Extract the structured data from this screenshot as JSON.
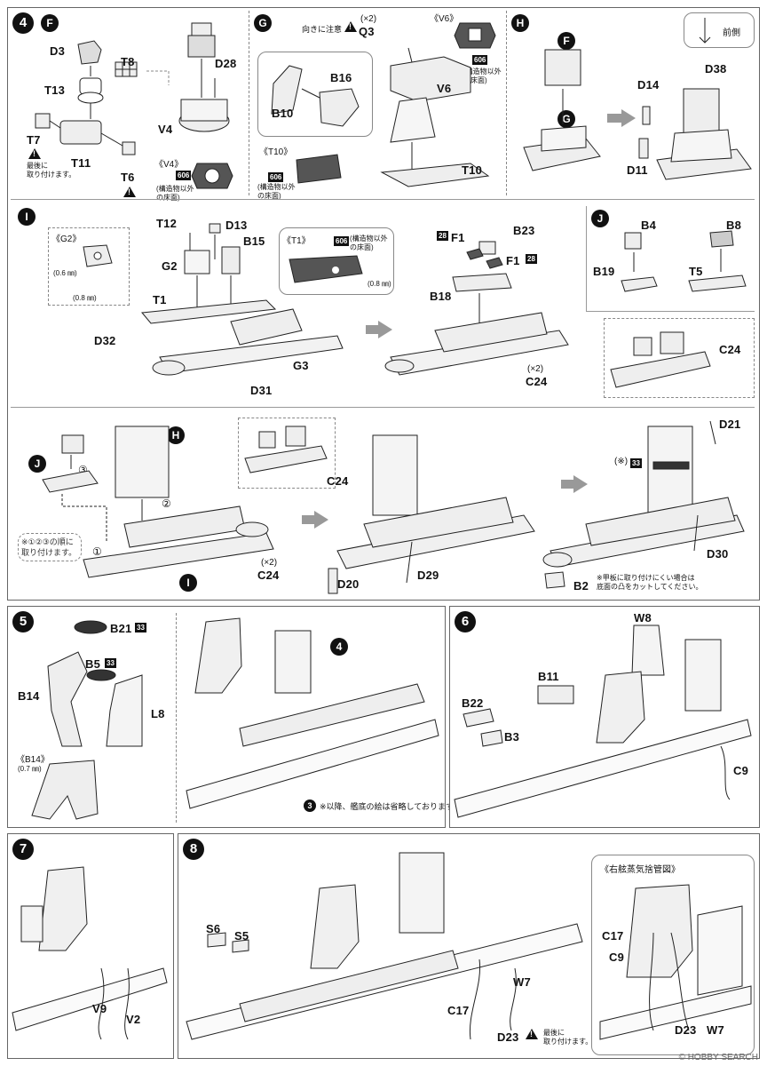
{
  "step4": {
    "number": "4",
    "sub_f": "F",
    "sub_g": "G",
    "sub_h": "H",
    "parts_f": [
      "D3",
      "T8",
      "T13",
      "T7",
      "T11",
      "T6",
      "D28",
      "V4"
    ],
    "note_last": "最後に\n取り付けます。",
    "v4_label": "《V4》",
    "code_606": "606",
    "floor_note": "(構造物以外\nの床面)",
    "parts_g": [
      "B16",
      "B10",
      "Q3",
      "V6",
      "T10"
    ],
    "attention": "向きに注意",
    "x2": "(×2)",
    "v6_label": "《V6》",
    "t10_label": "《T10》",
    "parts_h": [
      "D14",
      "D38",
      "D11"
    ],
    "front_label": "前側",
    "sub_i": "I",
    "parts_i": [
      "T12",
      "D13",
      "B15",
      "G2",
      "T1",
      "D32",
      "G3",
      "D31",
      "F1",
      "B23",
      "B18",
      "C24"
    ],
    "g2_label": "《G2》",
    "t1_label": "《T1》",
    "drill_06": "(0.6 ㎜)",
    "drill_08": "(0.8 ㎜)",
    "code_28": "28",
    "sub_j": "J",
    "parts_j": [
      "B4",
      "B8",
      "B19",
      "T5"
    ],
    "parts_final": [
      "D20",
      "D29",
      "D21",
      "D30",
      "B2"
    ],
    "order_note": "※①②③の順に\n取り付けます。",
    "code_33": "33",
    "kan_label": "(※)",
    "deck_note": "※甲板に取り付けにくい場合は\n底面の凸をカットしてください。",
    "circled": [
      "①",
      "②",
      "③"
    ]
  },
  "step5": {
    "number": "5",
    "parts": [
      "B21",
      "B5",
      "B14",
      "L8"
    ],
    "code_33": "33",
    "b14_label": "《B14》",
    "drill_07": "(0.7 ㎜)",
    "ref4": "4",
    "note": "※以降、艦底の絵は省略しております。",
    "note_num": "3"
  },
  "step6": {
    "number": "6",
    "parts": [
      "W8",
      "B11",
      "B22",
      "B3",
      "C9"
    ]
  },
  "step7": {
    "number": "7",
    "parts": [
      "V9",
      "V2"
    ]
  },
  "step8": {
    "number": "8",
    "parts": [
      "S6",
      "S5",
      "W7",
      "C17",
      "D23"
    ],
    "note_last": "最後に\n取り付けます。",
    "inset_title": "《右舷蒸気捨管図》",
    "inset_parts": [
      "C17",
      "C9",
      "D23",
      "W7"
    ]
  },
  "footer": "© HOBBY SEARCH"
}
